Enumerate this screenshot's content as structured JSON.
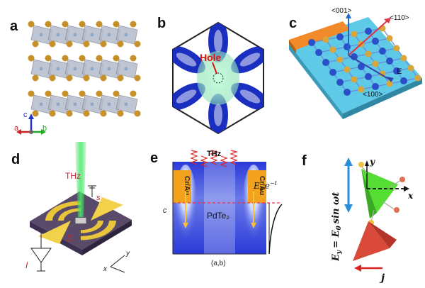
{
  "panels": {
    "a": {
      "label": "a",
      "axes": {
        "c": "c",
        "a": "a",
        "b": "b"
      },
      "colors": {
        "axis_c": "#2233cc",
        "axis_a": "#cc2222",
        "axis_b": "#22aa22",
        "atom": "#c8922a",
        "octa": "#9aa3b3"
      }
    },
    "b": {
      "label": "b",
      "hole_label": "Hole",
      "colors": {
        "lobe": "#1a2fbf",
        "hole": "#b8f0cf",
        "label": "#dd1111"
      }
    },
    "c": {
      "label": "c",
      "dir_001": "<001>",
      "dir_110": "<110>",
      "dir_100": "<100>",
      "field_label": "E",
      "colors": {
        "substrate": "#5fc9e8",
        "electrode": "#f08a2a",
        "atom_pd": "#2a4fc8",
        "atom_te": "#d9a63a"
      }
    },
    "d": {
      "label": "d",
      "thz": "THz",
      "s": "s",
      "D": "D",
      "I": "I",
      "x": "x",
      "y": "y",
      "colors": {
        "substrate": "#5a4a6a",
        "electrode": "#e8c53a",
        "beam": "#33cc55"
      }
    },
    "e": {
      "label": "e",
      "thz": "THz",
      "left_electrode": "Cr/Au",
      "right_electrode": "Cr/Au",
      "material": "PdTe₂",
      "c_axis": "c",
      "ab_axis": "(a,b)",
      "field_prefix": "E",
      "field_sub": "0",
      "field_e": "e",
      "field_exp": "−t",
      "colors": {
        "field": "#2a3ad8",
        "electrode": "#f2a21c",
        "wave": "#dd2222"
      }
    },
    "f": {
      "label": "f",
      "equation_lhs": "E",
      "equation_lhs_sub": "y",
      "equation_rhs": "= E",
      "equation_rhs_sub": "0",
      "equation_sin": "sin ωt",
      "x": "x",
      "y": "y",
      "j": "j",
      "colors": {
        "upper": "#55dd33",
        "lower": "#d94a3a",
        "arrow_blue": "#2a8fd8",
        "arrow_red": "#dd2222"
      }
    }
  }
}
